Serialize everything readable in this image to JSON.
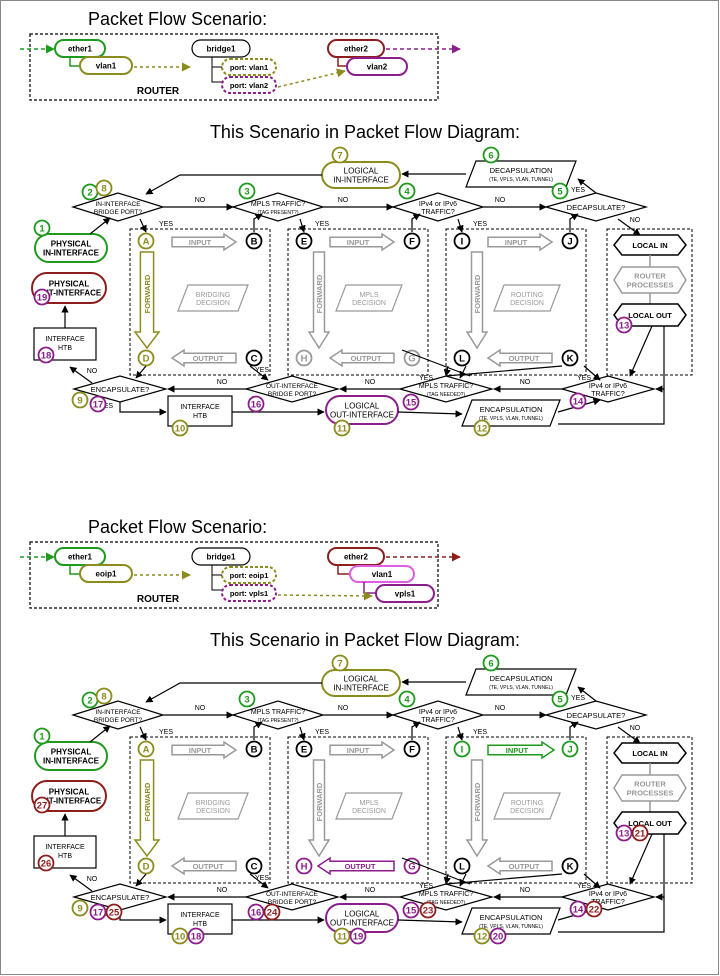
{
  "scenario_title": "Packet Flow Scenario:",
  "diagram_title": "This Scenario in Packet Flow Diagram:",
  "router_label": "ROUTER",
  "colors": {
    "green": "#1e9a1e",
    "olive": "#8c8c1e",
    "purple": "#8c1e8c",
    "darkred": "#8c1e1e",
    "pink": "#e05ce0",
    "gray": "#999999"
  },
  "scenarios": [
    {
      "ether1": "ether1",
      "iface1": "vlan1",
      "bridge": "bridge1",
      "port1": "port: vlan1",
      "port2": "port: vlan2",
      "ether2": "ether2",
      "iface2": "vlan2",
      "iface3": ""
    },
    {
      "ether1": "ether1",
      "iface1": "eoip1",
      "bridge": "bridge1",
      "port1": "port: eoip1",
      "port2": "port: vpls1",
      "ether2": "ether2",
      "iface2": "vlan1",
      "iface3": "vpls1"
    }
  ],
  "labels": {
    "physical_in": [
      "PHYSICAL",
      "IN-INTERFACE"
    ],
    "physical_out": [
      "PHYSICAL",
      "OUT-INTERFACE"
    ],
    "in_iface_bridge": [
      "IN-INTERFACE",
      "BRIDGE PORT?"
    ],
    "mpls_traffic_in": "MPLS TRAFFIC?",
    "tag_present": "(TAG PRESENT?)",
    "ipv4_ipv6": [
      "IPv4 or IPv6",
      "TRAFFIC?"
    ],
    "decapsulate": "DECAPSULATE?",
    "decapsulation": "DECAPSULATION",
    "decap_sub": "(TE, VPLS, VLAN, TUNNEL)",
    "logical_in": [
      "LOGICAL",
      "IN-INTERFACE"
    ],
    "logical_out": [
      "LOGICAL",
      "OUT-INTERFACE"
    ],
    "input": "INPUT",
    "output": "OUTPUT",
    "forward": "FORWARD",
    "bridging_decision": [
      "BRIDGING",
      "DECISION"
    ],
    "mpls_decision": [
      "MPLS",
      "DECISION"
    ],
    "routing_decision": [
      "ROUTING",
      "DECISION"
    ],
    "local_in": "LOCAL IN",
    "router_processes": [
      "ROUTER",
      "PROCESSES"
    ],
    "local_out": "LOCAL OUT",
    "interface_htb": [
      "INTERFACE",
      "HTB"
    ],
    "encapsulate": "ENCAPSULATE?",
    "out_iface_bridge": [
      "OUT-INTERFACE",
      "BRIDGE PORT?"
    ],
    "mpls_traffic_out": "MPLS TRAFFIC?",
    "tag_needed": "(TAG NEEDED?)",
    "encapsulation": "ENCAPSULATION",
    "encap_sub": "(TE, VPLS, VLAN, TUNNEL)",
    "yes": "YES",
    "no": "NO"
  },
  "letters": [
    "A",
    "B",
    "C",
    "D",
    "E",
    "F",
    "G",
    "H",
    "I",
    "J",
    "K",
    "L"
  ],
  "steps": {
    "first": {
      "s1": "1",
      "s2": "2",
      "s8": "8",
      "s3": "3",
      "s4": "4",
      "s5": "5",
      "s6": "6",
      "s7": "7",
      "s9": "9",
      "s10": "10",
      "s11": "11",
      "s12": "12",
      "s13": "13",
      "s14": "14",
      "s15": "15",
      "s16": "16",
      "s17": "17",
      "s18": "18",
      "s19": "19"
    },
    "second": {
      "s20": "20",
      "s21": "21",
      "s22": "22",
      "s23": "23",
      "s24": "24",
      "s25": "25",
      "s26": "26",
      "s27": "27"
    }
  }
}
